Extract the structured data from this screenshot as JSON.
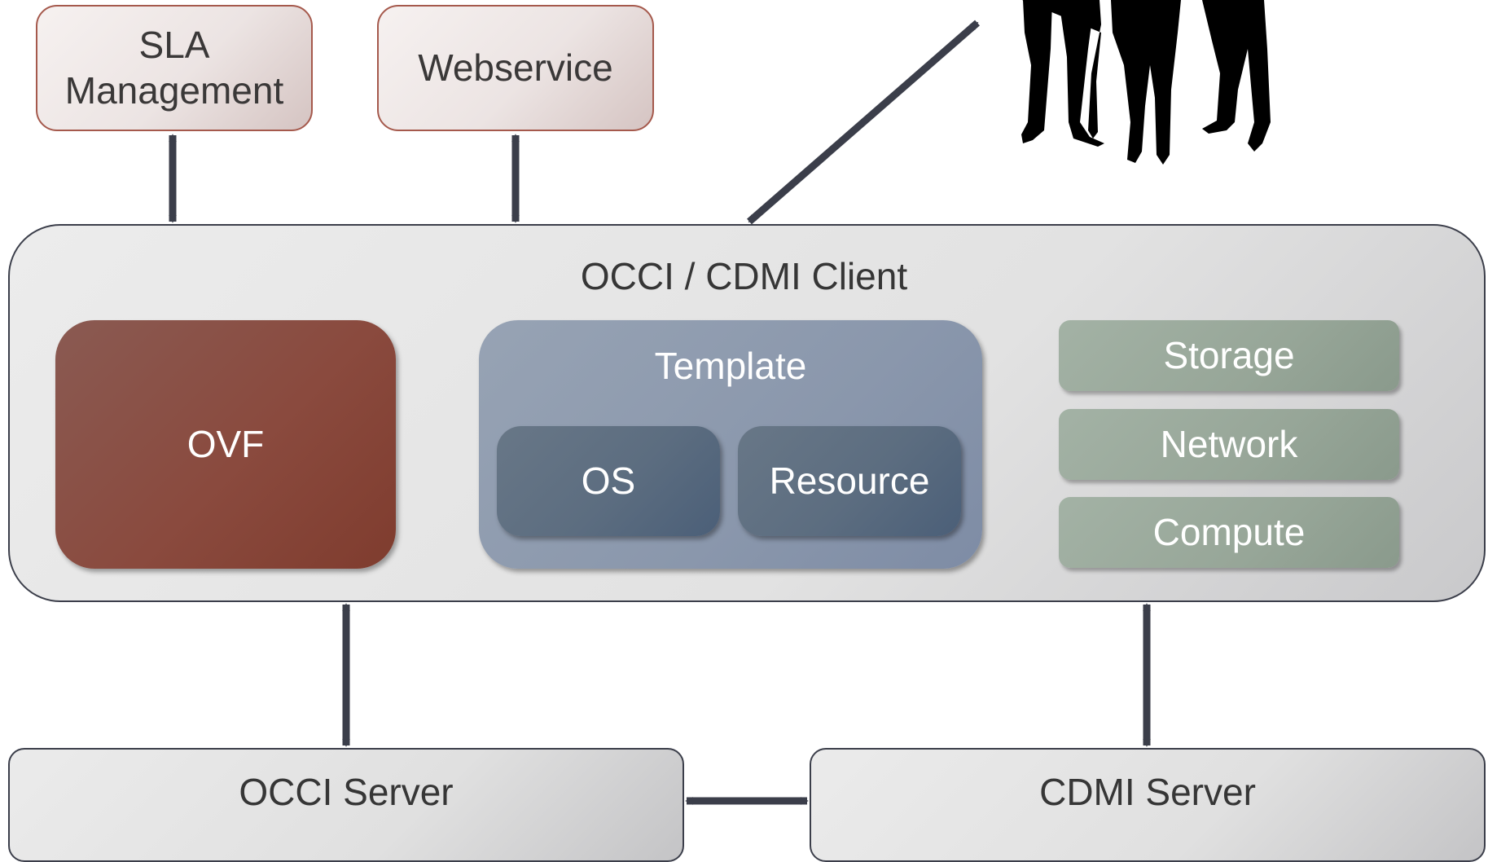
{
  "diagram": {
    "top_boxes": {
      "sla_management": "SLA\nManagement",
      "webservice": "Webservice"
    },
    "client": {
      "title": "OCCI / CDMI Client",
      "ovf": "OVF",
      "template": {
        "title": "Template",
        "os": "OS",
        "resource": "Resource"
      },
      "resources": {
        "storage": "Storage",
        "network": "Network",
        "compute": "Compute"
      }
    },
    "servers": {
      "occi": "OCCI Server",
      "cdmi": "CDMI Server"
    },
    "icons": {
      "users": "users-silhouette-icon",
      "arrow": "double-headed-arrow"
    },
    "colors": {
      "arrow": "#3b3e4a",
      "ovf": "#8a4a3e",
      "template": "#8a97ac",
      "inner": "#5c6d80",
      "resource_green": "#97a698"
    }
  }
}
